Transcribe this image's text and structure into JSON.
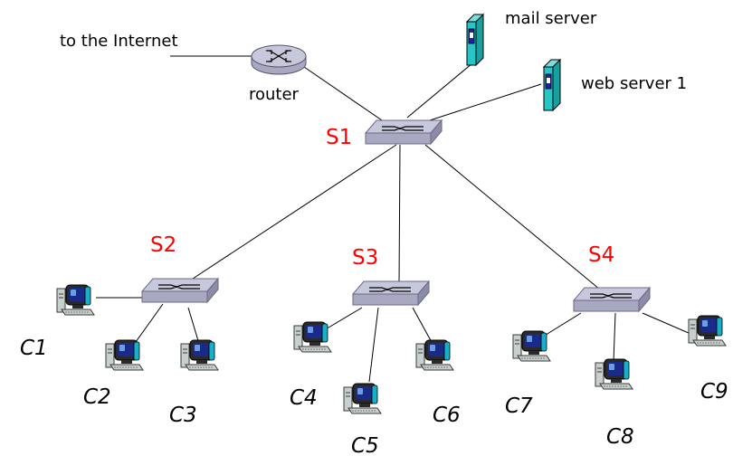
{
  "labels": {
    "internet": "to the Internet",
    "router": "router",
    "mail_server": "mail server",
    "web_server": "web server 1"
  },
  "switches": {
    "s1": "S1",
    "s2": "S2",
    "s3": "S3",
    "s4": "S4"
  },
  "clients": {
    "c1": "C1",
    "c2": "C2",
    "c3": "C3",
    "c4": "C4",
    "c5": "C5",
    "c6": "C6",
    "c7": "C7",
    "c8": "C8",
    "c9": "C9"
  },
  "colors": {
    "switch_label": "#ff0000",
    "switch_top": "#c8c8dc",
    "switch_front": "#a8a8c0",
    "server_body": "#26c6c6",
    "server_panel": "#2020a0",
    "monitor_screen": "#1a2a8a",
    "computer_body": "#c8d0cc"
  },
  "icons": {
    "router": "router-icon",
    "switch": "switch-icon",
    "server": "server-icon",
    "computer": "computer-icon"
  }
}
